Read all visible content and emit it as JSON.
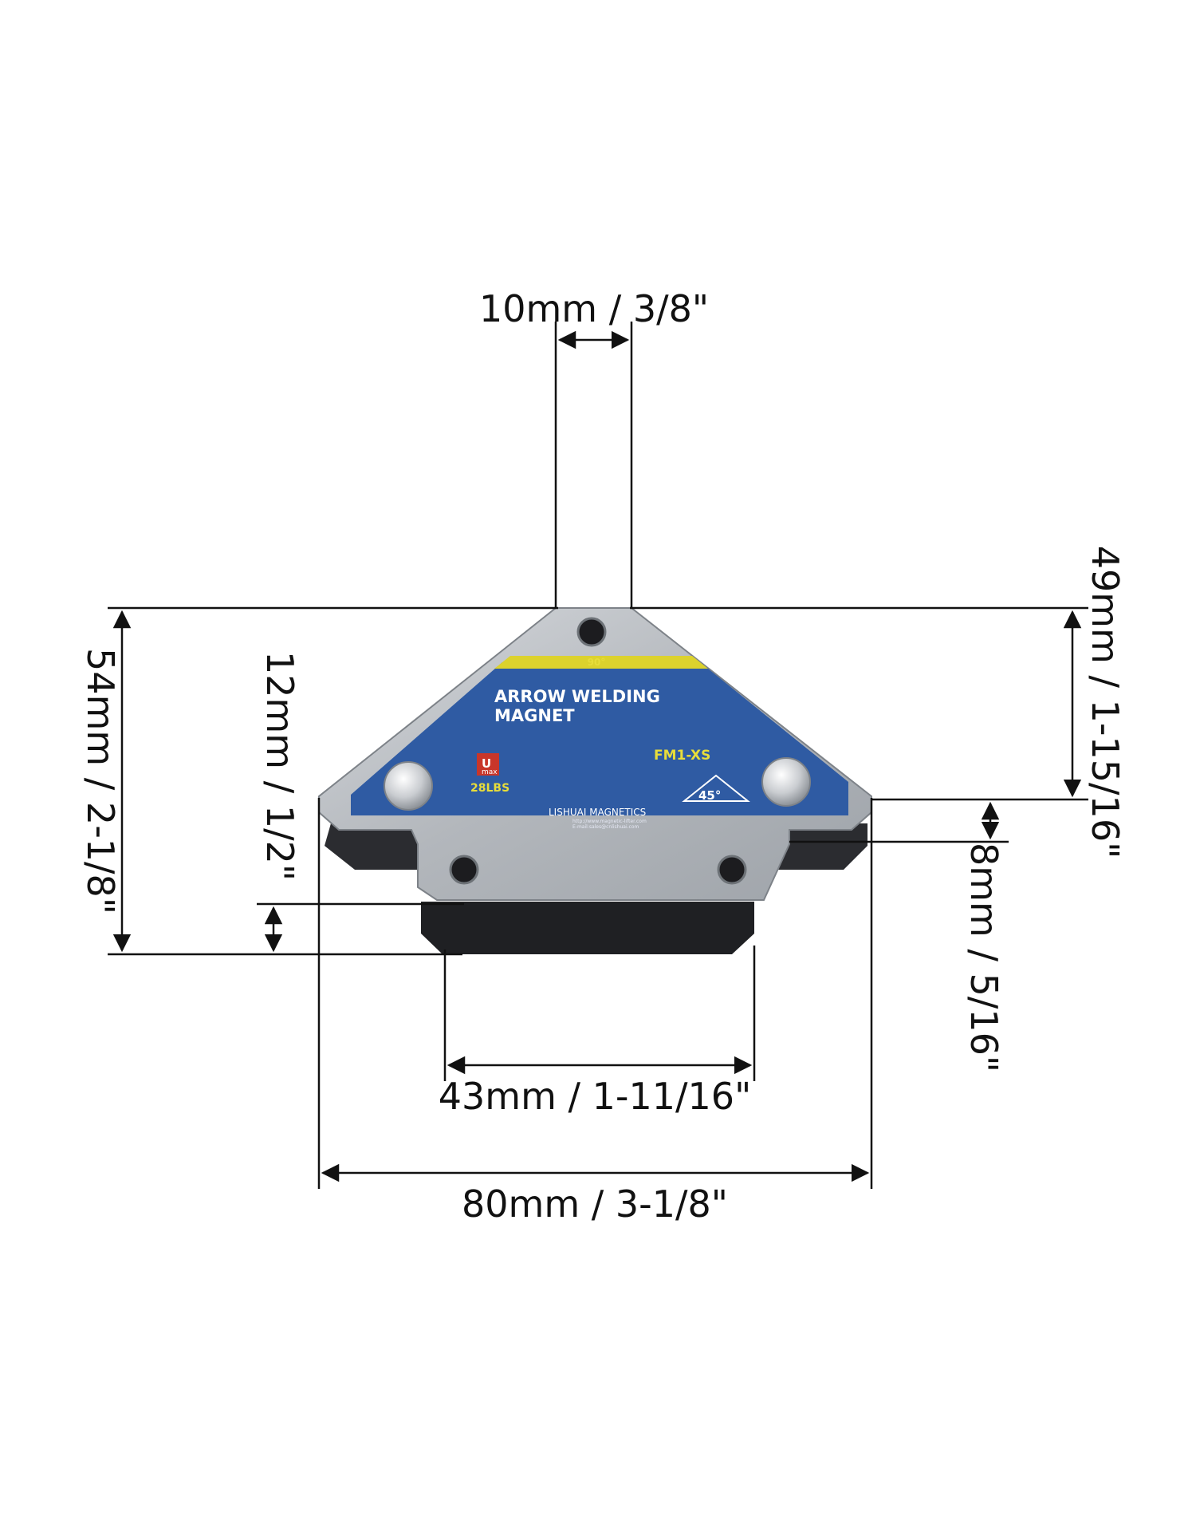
{
  "product": {
    "title_line1": "ARROW WELDING",
    "title_line2": "MAGNET",
    "angle_top": "90°",
    "model": "FM1-XS",
    "angle_45": "45°",
    "strength": "28LBS",
    "logo_letter": "U",
    "logo_sub": "max",
    "maker": "LISHUAI MAGNETICS",
    "website": "http://www.magnetic-lifter.com",
    "email": "E-mail:sales@cnlishuai.com"
  },
  "dimensions": {
    "top_tip": "10mm / 3/8\"",
    "right_height": "49mm / 1-15/16\"",
    "left_height": "54mm / 2-1/8\"",
    "base_thickness": "12mm / 1/2\"",
    "step": "8mm / 5/16\"",
    "base_width": "43mm / 1-11/16\"",
    "total_width": "80mm / 3-1/8\""
  },
  "colors": {
    "steel": "#b4b8bd",
    "label_blue": "#2f5ba3",
    "label_stripe": "#dcd22d",
    "magnet_black": "#222326"
  }
}
